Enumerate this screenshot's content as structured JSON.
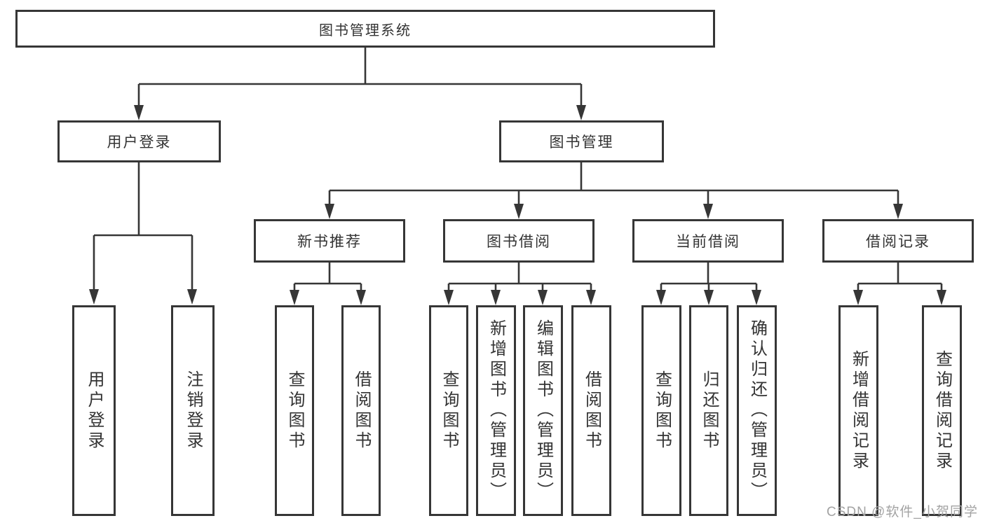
{
  "diagram": {
    "title": "图书管理系统",
    "tree": {
      "label": "图书管理系统",
      "children": [
        {
          "label": "用户登录",
          "children": [
            {
              "label": "用户登录"
            },
            {
              "label": "注销登录"
            }
          ]
        },
        {
          "label": "图书管理",
          "children": [
            {
              "label": "新书推荐",
              "children": [
                {
                  "label": "查询图书"
                },
                {
                  "label": "借阅图书"
                }
              ]
            },
            {
              "label": "图书借阅",
              "children": [
                {
                  "label": "查询图书"
                },
                {
                  "label": "新增图书（管理员）"
                },
                {
                  "label": "编辑图书（管理员）"
                },
                {
                  "label": "借阅图书"
                }
              ]
            },
            {
              "label": "当前借阅",
              "children": [
                {
                  "label": "查询图书"
                },
                {
                  "label": "归还图书"
                },
                {
                  "label": "确认归还（管理员）"
                }
              ]
            },
            {
              "label": "借阅记录",
              "children": [
                {
                  "label": "新增借阅记录"
                },
                {
                  "label": "查询借阅记录"
                }
              ]
            }
          ]
        }
      ]
    },
    "colors": {
      "line": "#363636",
      "box_border": "#363636",
      "text": "#333333",
      "background": "#ffffff",
      "watermark": "#a3a3a3"
    }
  },
  "watermark": {
    "text": "CSDN @软件_小贺同学"
  }
}
